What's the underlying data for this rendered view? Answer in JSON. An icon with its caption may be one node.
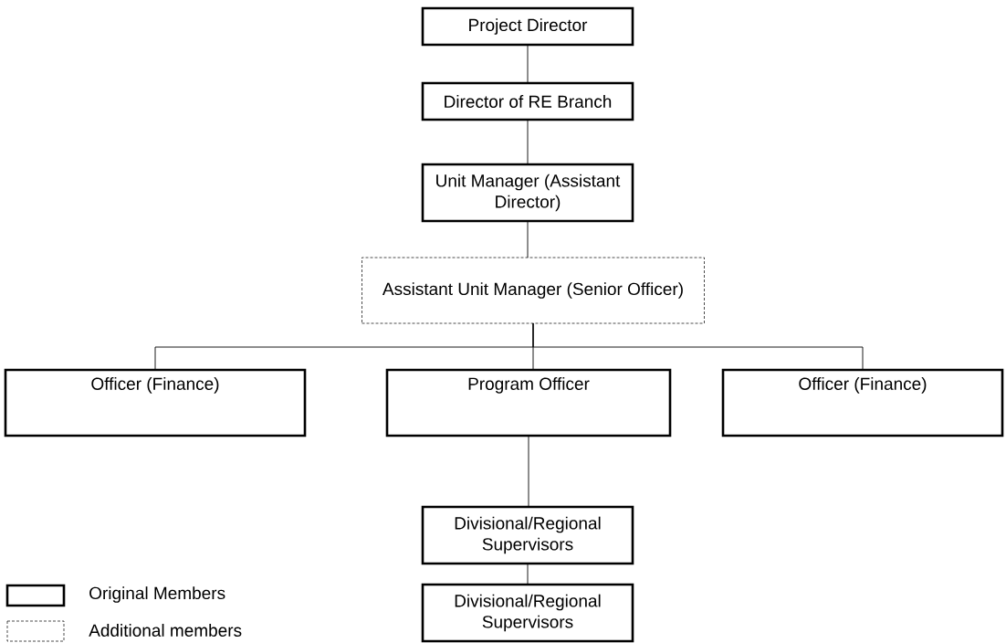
{
  "diagram": {
    "nodes": [
      {
        "text": [
          "Project Director"
        ]
      },
      {
        "text": [
          "Director of RE Branch"
        ]
      },
      {
        "text": [
          "Unit Manager (Assistant Director)"
        ]
      },
      {
        "text": [
          "Assistant Unit Manager (Senior Officer)"
        ]
      },
      {
        "text": [
          "Officer (Finance)"
        ]
      },
      {
        "text": [
          "Program Officer"
        ]
      },
      {
        "text": [
          "Officer (Finance)"
        ]
      },
      {
        "text": [
          "Divisional/Regional Supervisors"
        ]
      },
      {
        "text": [
          "Divisional/Regional Supervisors"
        ]
      }
    ],
    "edges": [
      {
        "from": 0,
        "to": 1,
        "arrow": "none"
      },
      {
        "from": 1,
        "to": 2,
        "arrow": "none"
      },
      {
        "from": 2,
        "to": 3,
        "arrow": "none"
      },
      {
        "from": 3,
        "to": 4,
        "arrow": "none"
      },
      {
        "from": 3,
        "to": 5,
        "arrow": "none"
      },
      {
        "from": 3,
        "to": 6,
        "arrow": "none"
      },
      {
        "from": 5,
        "to": 7,
        "arrow": "none"
      },
      {
        "from": 7,
        "to": 8,
        "arrow": "none"
      }
    ],
    "legend": [
      {
        "text": "Original Members"
      },
      {
        "text": "Additional members"
      }
    ]
  }
}
